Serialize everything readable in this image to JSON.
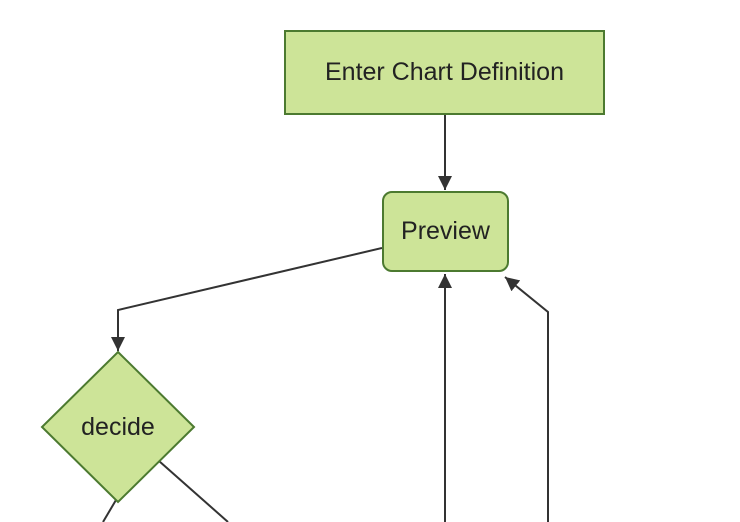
{
  "colors": {
    "background": "#ffffff",
    "node_fill": "#cde498",
    "node_border": "#4c7a30",
    "line": "#333333",
    "text": "#222222"
  },
  "diagram": {
    "type": "flowchart",
    "direction": "top-down",
    "nodes": [
      {
        "id": "enter-chart-definition",
        "label": "Enter Chart Definition",
        "shape": "rectangle"
      },
      {
        "id": "preview",
        "label": "Preview",
        "shape": "rounded-rectangle"
      },
      {
        "id": "decide",
        "label": "decide",
        "shape": "diamond"
      }
    ],
    "edges": [
      {
        "from": "enter-chart-definition",
        "to": "preview",
        "arrowhead": true
      },
      {
        "from": "preview",
        "to": "decide",
        "arrowhead": true
      },
      {
        "from": "decide",
        "to": "offscreen-bottom-left",
        "arrowhead": false
      },
      {
        "from": "decide",
        "to": "offscreen-bottom-right",
        "arrowhead": false
      },
      {
        "from": "offscreen-bottom-center",
        "to": "preview",
        "arrowhead": true
      },
      {
        "from": "offscreen-bottom-right",
        "to": "preview",
        "arrowhead": true
      }
    ]
  }
}
